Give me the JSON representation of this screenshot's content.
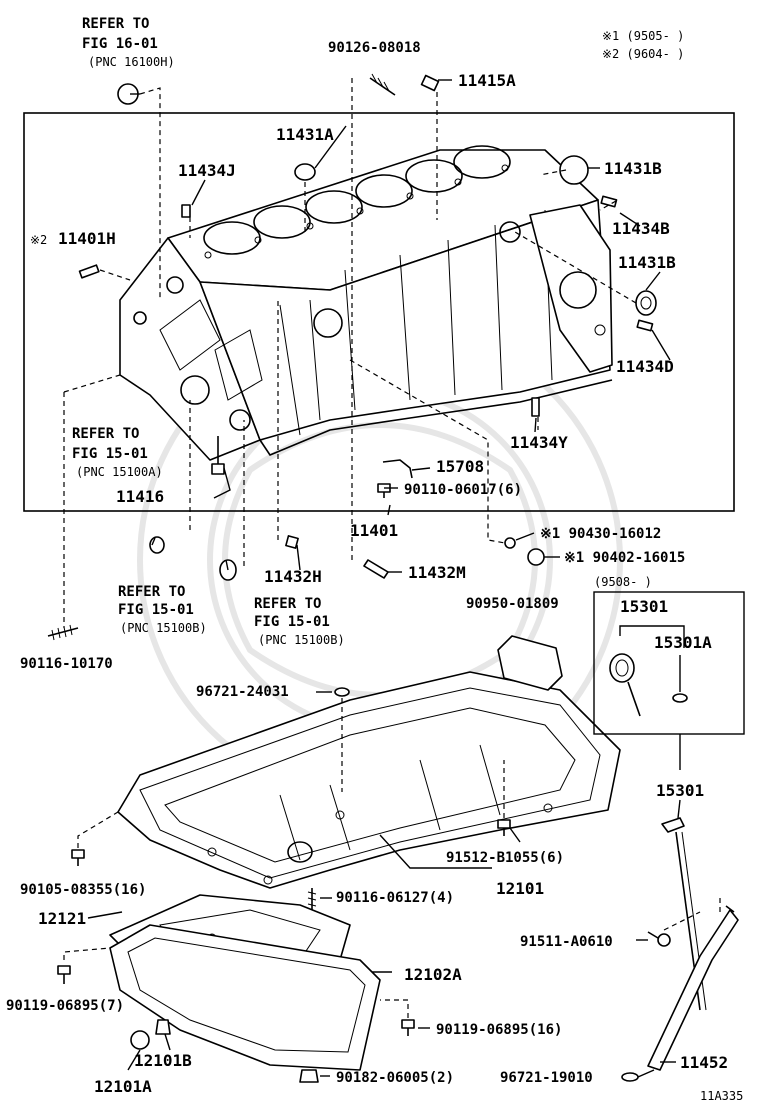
{
  "notes": {
    "note1": "※1 (9505-     )",
    "note2": "※2 (9604-     )"
  },
  "refs": {
    "ref_16_01": [
      "REFER TO",
      "FIG 16-01",
      "(PNC 16100H)"
    ],
    "ref_15100a": [
      "REFER TO",
      "FIG 15-01",
      "(PNC 15100A)"
    ],
    "ref_15100b_left": [
      "REFER TO",
      "FIG 15-01",
      "(PNC 15100B)"
    ],
    "ref_15100b_right": [
      "REFER TO",
      "FIG 15-01",
      "(PNC 15100B)"
    ]
  },
  "parts": {
    "p90126_08018": "90126-08018",
    "p11415a": "11415A",
    "p11431a": "11431A",
    "p11434j": "11434J",
    "p11431b_top": "11431B",
    "p11434b": "11434B",
    "p11401h_mark": "※2",
    "p11401h": "11401H",
    "p11431b_mid": "11431B",
    "p11434d": "11434D",
    "p11434y": "11434Y",
    "p15708": "15708",
    "p90110_06017": "90110-06017(6)",
    "p11416": "11416",
    "p11401": "11401",
    "p90430_16012": "※1 90430-16012",
    "p90402_16015": "※1 90402-16015",
    "p11432h": "11432H",
    "p11432m": "11432M",
    "p90116_10170": "90116-10170",
    "p9508": "(9508-     )",
    "p90950_01809": "90950-01809",
    "p15301_box": "15301",
    "p15301a": "15301A",
    "p96721_24031": "96721-24031",
    "p15301": "15301",
    "p91512_b1055": "91512-B1055(6)",
    "p90105_08355": "90105-08355(16)",
    "p90116_06127": "90116-06127(4)",
    "p12101": "12101",
    "p12121": "12121",
    "p91511_a0610": "91511-A0610",
    "p12102a": "12102A",
    "p90119_06895_7": "90119-06895(7)",
    "p90119_06895_16": "90119-06895(16)",
    "p12101b": "12101B",
    "p11452": "11452",
    "p12101a": "12101A",
    "p90182_06005": "90182-06005(2)",
    "p96721_19010": "96721-19010",
    "figure_code": "11A335"
  }
}
